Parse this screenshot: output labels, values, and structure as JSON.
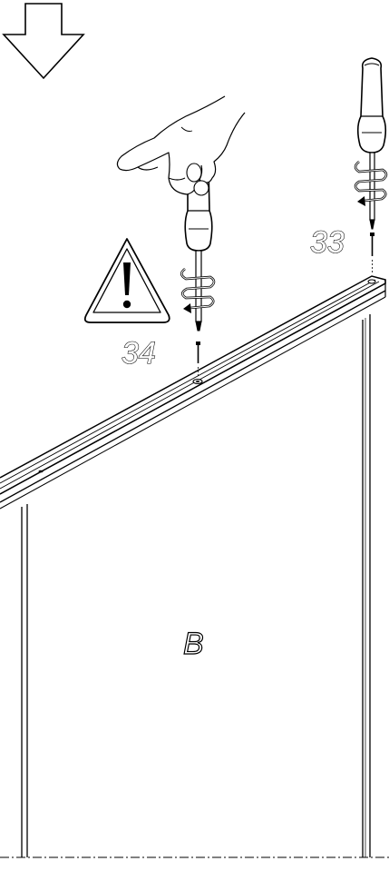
{
  "labels": {
    "step_screw_left": "34",
    "step_screw_right": "33",
    "panel_letter": "B"
  },
  "icons": {
    "arrow": "down-arrow-icon",
    "warning": "warning-triangle-icon",
    "hand": "hand-icon",
    "screwdriver": "screwdriver-icon"
  },
  "colors": {
    "line": "#000000",
    "fill": "#ffffff"
  }
}
